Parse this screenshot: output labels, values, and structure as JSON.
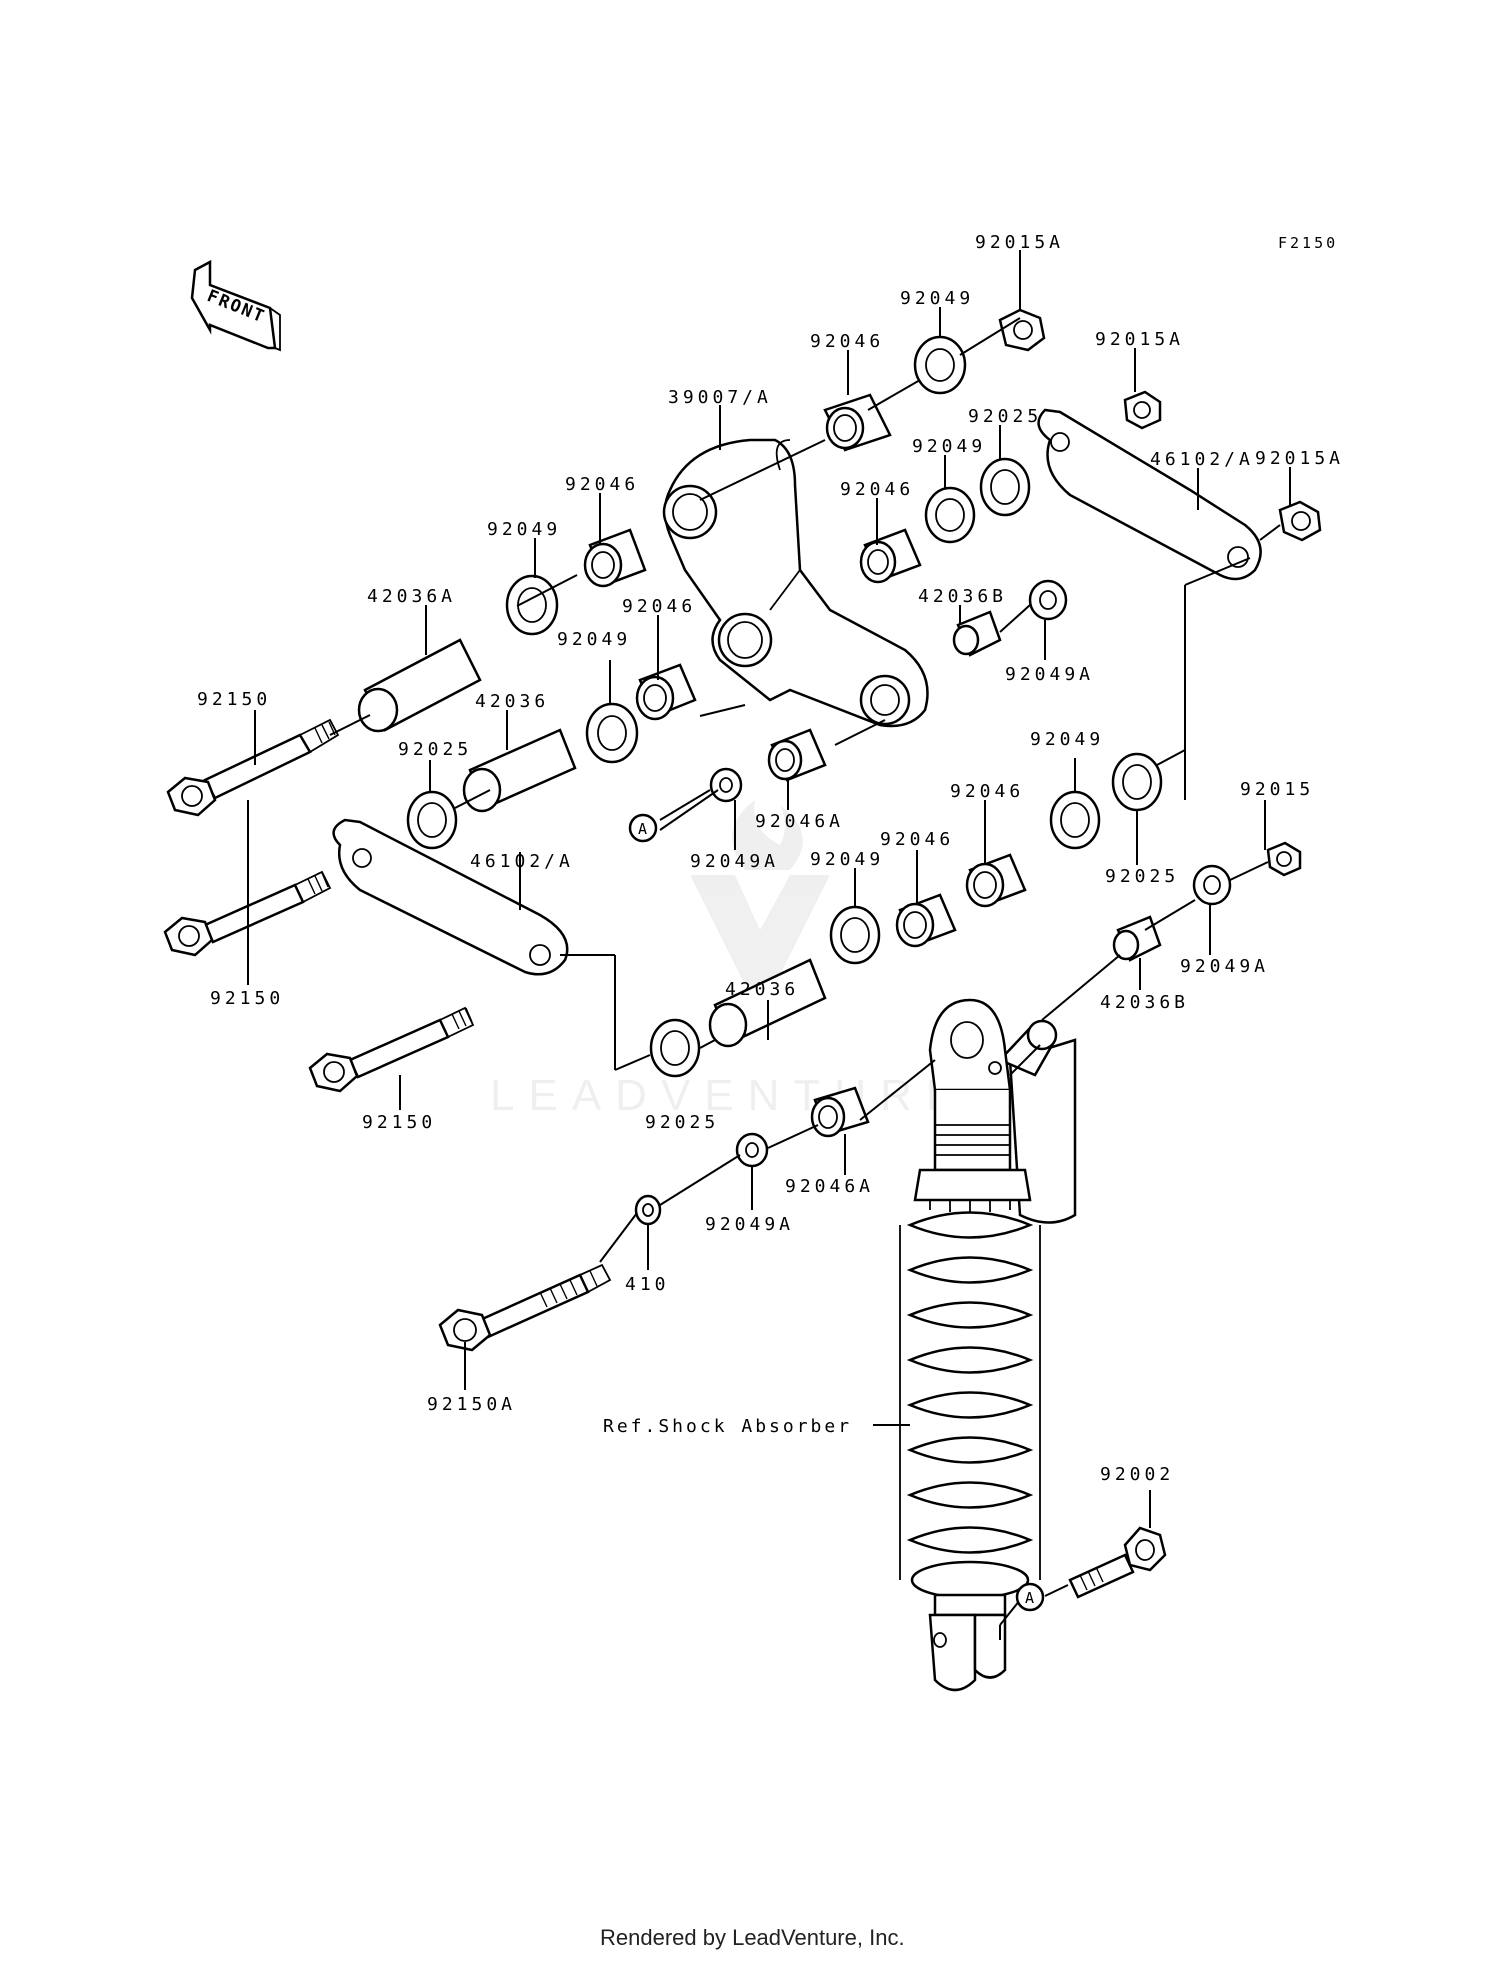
{
  "figure_code": "F2150",
  "front_label": "FRONT",
  "watermark": "LEADVENTURE",
  "footer": "Rendered by LeadVenture, Inc.",
  "ref_label": "Ref.Shock Absorber",
  "ref_marker": "A",
  "labels": {
    "p92015A_1": "92015A",
    "p92049_1": "92049",
    "p92046_1": "92046",
    "p92015A_2": "92015A",
    "p39007A": "39007/A",
    "p92025_1": "92025",
    "p92049_2": "92049",
    "p46102A_1": "46102/A",
    "p92015A_3": "92015A",
    "p92046_2": "92046",
    "p92046_3": "92046",
    "p92049_3": "92049",
    "p42036A": "42036A",
    "p42036B_1": "42036B",
    "p92046_4": "92046",
    "p92049_4": "92049",
    "p92049A_1": "92049A",
    "p92150_1": "92150",
    "p42036_1": "42036",
    "p92025_2": "92025",
    "p92049_5": "92049",
    "p92046A_1": "92046A",
    "p92049A_2": "92049A",
    "p92046_5": "92046",
    "p92015": "92015",
    "p92025_3": "92025",
    "p46102A_2": "46102/A",
    "p92046_6": "92046",
    "p92049_6": "92049",
    "p92150_2": "92150",
    "p42036_2": "42036",
    "p92049A_3": "92049A",
    "p42036B_2": "42036B",
    "p92150_3": "92150",
    "p92025_4": "92025",
    "p92046A_2": "92046A",
    "p92049A_4": "92049A",
    "p410": "410",
    "p92150A": "92150A",
    "p92002": "92002"
  }
}
